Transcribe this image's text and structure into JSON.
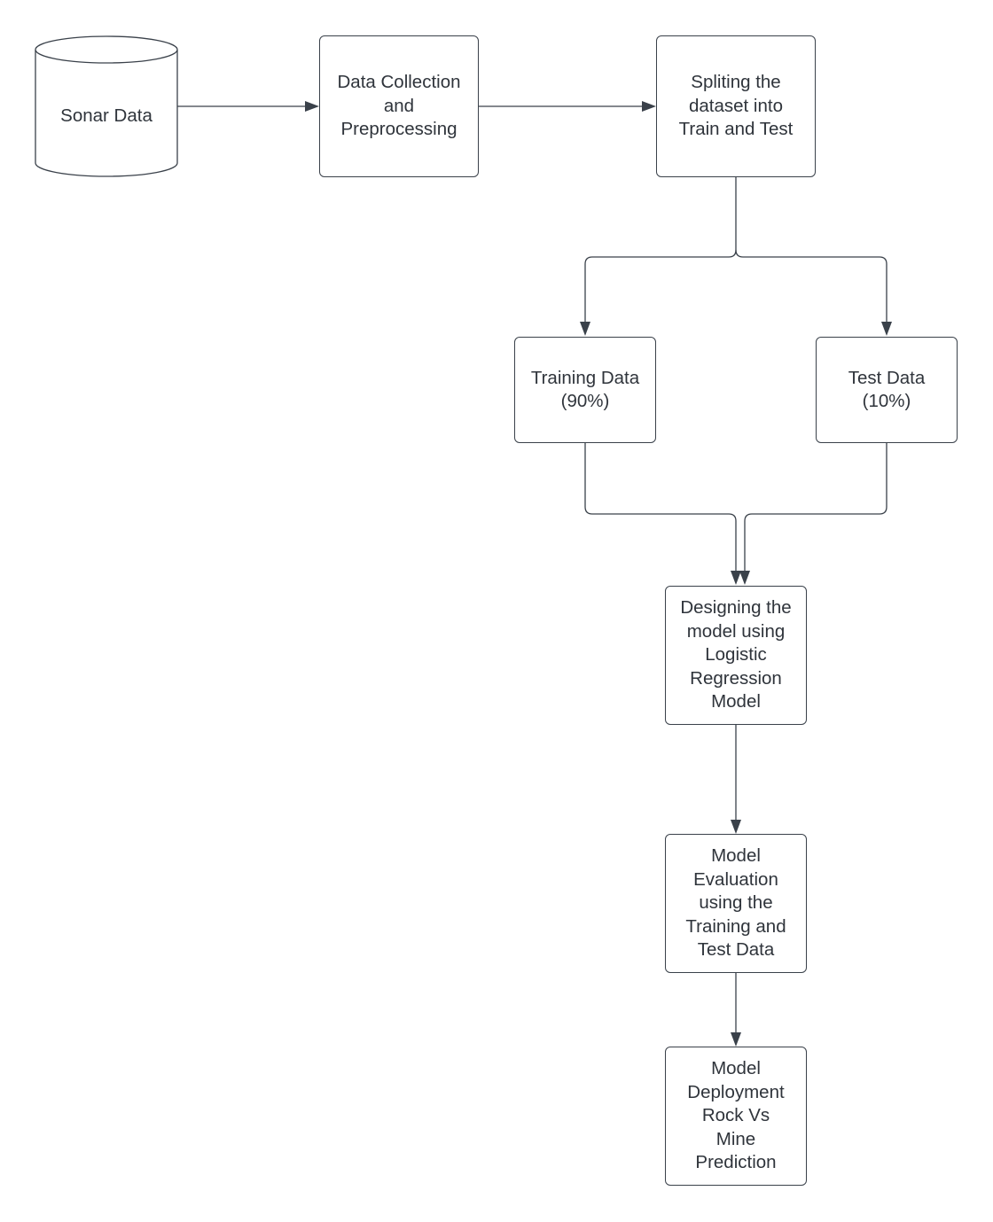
{
  "diagram": {
    "nodes": [
      {
        "id": "sonar-data",
        "shape": "cylinder",
        "label": "Sonar Data"
      },
      {
        "id": "data-collection",
        "shape": "rectangle",
        "label": "Data Collection\nand\nPreprocessing"
      },
      {
        "id": "splitting",
        "shape": "rectangle",
        "label": "Spliting the\ndataset into\nTrain and Test"
      },
      {
        "id": "training-data",
        "shape": "rectangle",
        "label": "Training Data\n(90%)"
      },
      {
        "id": "test-data",
        "shape": "rectangle",
        "label": "Test Data\n(10%)"
      },
      {
        "id": "designing-model",
        "shape": "rectangle",
        "label": "Designing the\nmodel using\nLogistic\nRegression\nModel"
      },
      {
        "id": "model-evaluation",
        "shape": "rectangle",
        "label": "Model\nEvaluation\nusing the\nTraining and\nTest Data"
      },
      {
        "id": "model-deployment",
        "shape": "rectangle",
        "label": "Model\nDeployment\nRock Vs\nMine\nPrediction"
      }
    ],
    "edges": [
      {
        "from": "sonar-data",
        "to": "data-collection"
      },
      {
        "from": "data-collection",
        "to": "splitting"
      },
      {
        "from": "splitting",
        "to": "training-data"
      },
      {
        "from": "splitting",
        "to": "test-data"
      },
      {
        "from": "training-data",
        "to": "designing-model"
      },
      {
        "from": "test-data",
        "to": "designing-model"
      },
      {
        "from": "designing-model",
        "to": "model-evaluation"
      },
      {
        "from": "model-evaluation",
        "to": "model-deployment"
      }
    ],
    "colors": {
      "stroke": "#3a414a",
      "text": "#2f343b",
      "background": "#ffffff"
    }
  }
}
